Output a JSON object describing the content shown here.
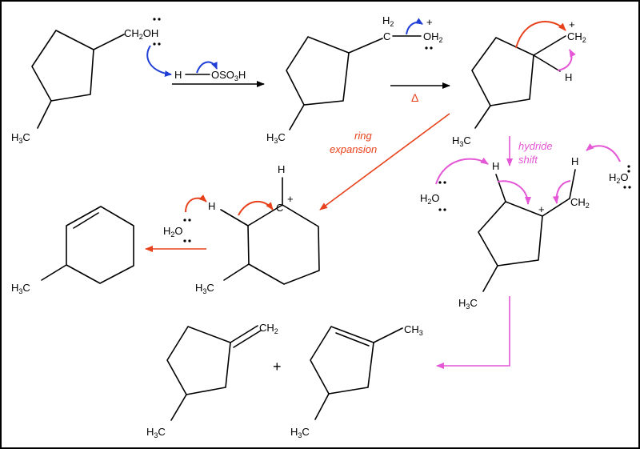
{
  "colors": {
    "frame": "#000000",
    "bond": "#000000",
    "blue_arrow": "#1f3fd6",
    "red_arrow": "#e8421c",
    "pink_arrow": "#e457d6",
    "background": "#ffffff"
  },
  "labels": {
    "s1": {
      "ch2": "CH",
      "ch2_sub": "2",
      "oh": "OH",
      "h3c_main": "H",
      "h3c_sub": "3",
      "h3c_c": "C"
    },
    "acid": {
      "h": "H",
      "oso": "OSO",
      "sub": "3",
      "h2": "H"
    },
    "s2": {
      "h2_main": "H",
      "h2_sub": "2",
      "c": "C",
      "plus": "+",
      "o": "OH",
      "o_sub": "2",
      "h3c_main": "H",
      "h3c_sub": "3",
      "h3c_c": "C"
    },
    "heat": "Δ",
    "s3": {
      "plus": "+",
      "ch2": "CH",
      "ch2_sub": "2",
      "h": "H",
      "h3c_main": "H",
      "h3c_sub": "3",
      "h3c_c": "C"
    },
    "ring_expansion": [
      "ring",
      "expansion"
    ],
    "hydride_shift": [
      "hydride",
      "shift"
    ],
    "s4": {
      "h_top": "H",
      "c": "C",
      "plus": "+",
      "h_left": "H",
      "h3c_main": "H",
      "h3c_sub": "3",
      "h3c_c": "C"
    },
    "water": {
      "h": "H",
      "sub": "2",
      "o": "O"
    },
    "s5": {
      "h1": "H",
      "h2": "H",
      "plus": "+",
      "ch2": "CH",
      "ch2_sub": "2",
      "h3c_main": "H",
      "h3c_sub": "3",
      "h3c_c": "C"
    },
    "p_left": {
      "h3c_main": "H",
      "h3c_sub": "3",
      "h3c_c": "C"
    },
    "p_mid": {
      "ch2": "CH",
      "ch2_sub": "2",
      "h3c_main": "H",
      "h3c_sub": "3",
      "h3c_c": "C"
    },
    "p_right": {
      "ch3": "CH",
      "ch3_sub": "3",
      "h3c_main": "H",
      "h3c_sub": "3",
      "h3c_c": "C"
    },
    "plus_sign": "+"
  }
}
